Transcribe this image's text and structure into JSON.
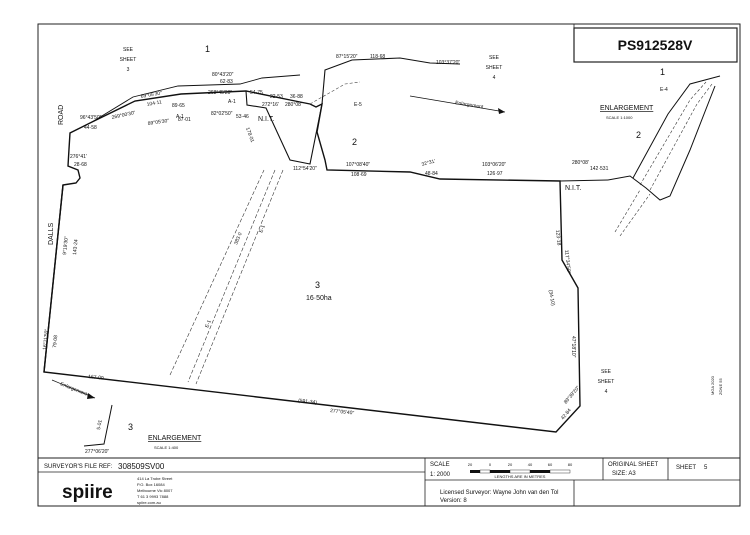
{
  "plan_number": "PS912528V",
  "lots": {
    "lot1": "1",
    "lot2": "2",
    "lot3": "3",
    "lot3_area": "16·50ha",
    "lot1_enl": "1",
    "lot2_enl": "2",
    "lot3_enl": "3"
  },
  "road_name_1": "ROAD",
  "road_name_2": "DALLS",
  "nit_label": "N.I.T.",
  "see_sheet_3": {
    "line1": "SEE",
    "line2": "SHEET",
    "line3": "3"
  },
  "see_sheet_4_top": {
    "line1": "SEE",
    "line2": "SHEET",
    "line3": "4"
  },
  "see_sheet_4_bottom": {
    "line1": "SEE",
    "line2": "SHEET",
    "line3": "4"
  },
  "enlargement_right": {
    "title": "ENLARGEMENT",
    "scale": "SCALE 1:1000"
  },
  "enlargement_left": {
    "title": "ENLARGEMENT",
    "scale": "SCALE 1:400"
  },
  "enlargement_arrow_top": "Enlargement",
  "enlargement_arrow_bottom": "Enlargement",
  "mga": {
    "line1": "MGA 2020",
    "line2": "ZONE 55"
  },
  "bearings": {
    "b_27705_40": "277°05'40\"",
    "b_591_34": "(591·34)",
    "b_167_09": "167·09",
    "b_103_06_20": "103°06'20\"",
    "b_126_97": "126·97",
    "b_107_08_40": "107°08'40\"",
    "b_108_69": "108·69",
    "b_32_31": "32°31'",
    "b_48_84": "48·84",
    "b_87_15_20": "87°15'20\"",
    "b_118_68": "118·68",
    "b_103_37_20": "103°37'20\"",
    "b_80_43_20": "80°43'20\"",
    "b_62_83": "62·83",
    "b_69_05_30": "69°05'30\"",
    "b_104_11": "104·11",
    "b_96_43_50": "96°43'50\"",
    "b_44_58": "44·58",
    "b_268_45_20": "268°45'20\"",
    "b_54_75": "54·75",
    "b_269_00_30": "269°00'30\"",
    "b_89_65": "89·65",
    "b_89_05_30": "89°05'30\"",
    "b_87_01": "87·01",
    "b_82_02_50": "82°02'50\"",
    "b_53_46": "53·46",
    "b_272_16": "272°16'",
    "b_280_08": "280°08'",
    "b_280_08_b": "280°08'",
    "b_142_531": "142·531",
    "b_112_54_20": "112°54'20\"",
    "b_178_01": "178·01",
    "b_9_19_30": "9°19'30\"",
    "b_143_24": "143·24",
    "b_76_11_50": "16°11'50\"",
    "b_79_08": "79·08",
    "b_117_34_50": "117°34'50\"",
    "b_123_18": "123·18",
    "b_47_18_10": "47°18'10\"",
    "b_89_39_20": "89°39'20\"",
    "b_42_84": "42·84",
    "b_383_0": "383·0",
    "b_34_10": "(34·10)",
    "b_277_06_20": "277°06'20\"",
    "b_5_01": "5·01",
    "b_276_41": "276°41'",
    "b_28_68": "28·68",
    "b_22_53": "22·53",
    "b_36_88": "36·88",
    "e1": "E-1",
    "e4": "E-4",
    "e5": "E-5",
    "a1": "A-1"
  },
  "footer": {
    "file_ref_label": "SURVEYOR'S FILE REF:",
    "file_ref_value": "308509SV00",
    "company": "spiire",
    "address": [
      "414 La Trobe Street",
      "P.O. Box 16084",
      "Melbourne Vic 8007",
      "T 61 3 9993 7888",
      "spiire.com.au"
    ],
    "scale_label": "SCALE",
    "scale_value": "1: 2000",
    "scale_ticks": [
      "20",
      "0",
      "20",
      "40",
      "60",
      "80"
    ],
    "scale_units": "LENGTHS ARE IN METRES",
    "original_sheet_label": "ORIGINAL SHEET",
    "original_sheet_size": "SIZE: A3",
    "sheet_label": "SHEET",
    "sheet_number": "5",
    "licensed_surveyor": "Licensed Surveyor: Wayne John van den Tol",
    "version": "Version: 8"
  }
}
